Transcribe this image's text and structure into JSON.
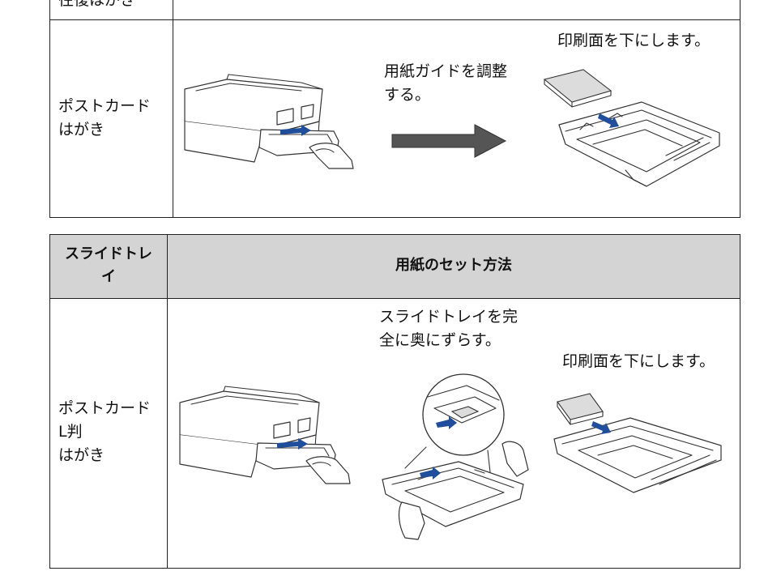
{
  "table1": {
    "top_row_label": "往復はがき",
    "row_label": "ポストカード\nはがき",
    "step_text": "用紙ガイドを調整\nする。",
    "note_text": "印刷面を下にします。"
  },
  "table2": {
    "header_col1": "スライドトレ\nイ",
    "header_col2": "用紙のセット方法",
    "row_label": "ポストカード\nL判\nはがき",
    "step_text": "スライドトレイを完\n全に奥にずらす。",
    "note_text": "印刷面を下にします。"
  }
}
